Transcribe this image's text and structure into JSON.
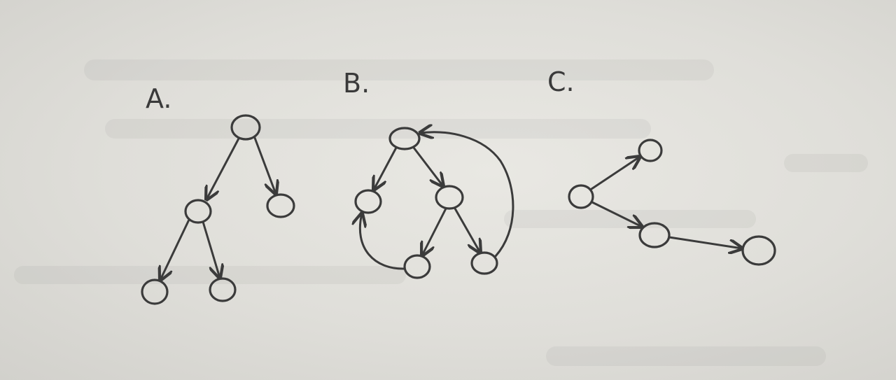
{
  "labels": {
    "a": "A.",
    "b": "B.",
    "c": "C."
  },
  "colors": {
    "ink": "#3b3b3b",
    "paper": "#e4e3de"
  }
}
